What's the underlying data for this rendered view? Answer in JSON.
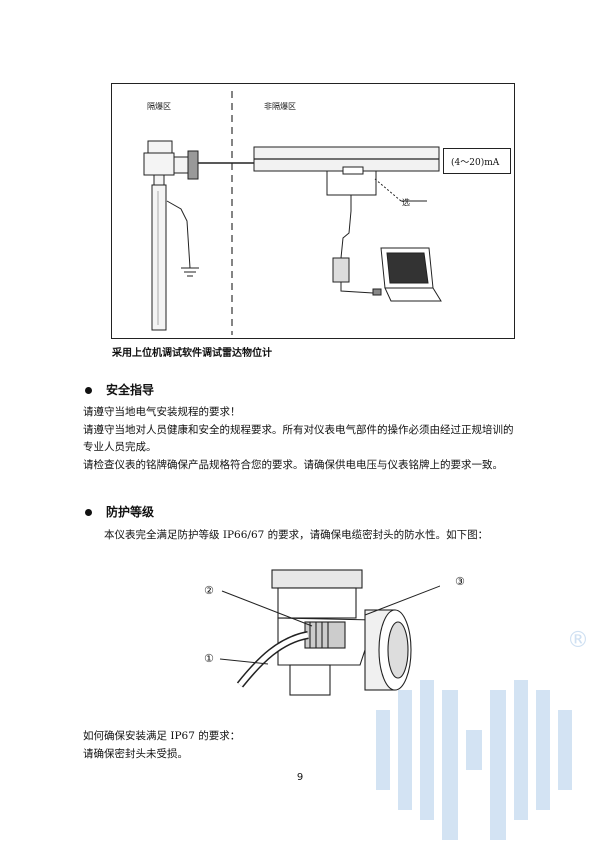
{
  "diagram": {
    "hazard_zone": "隔爆区",
    "safe_zone": "非隔爆区",
    "signal_label": "(4～20)mA",
    "choose_label": "选",
    "caption": "采用上位机调试软件调试雷达物位计"
  },
  "sections": [
    {
      "title": "安全指导",
      "lines": [
        "请遵守当地电气安装规程的要求！",
        "请遵守当地对人员健康和安全的规程要求。所有对仪表电气部件的操作必须由经过正规培训的",
        "专业人员完成。",
        "请检查仪表的铭牌确保产品规格符合您的要求。请确保供电电压与仪表铭牌上的要求一致。"
      ]
    },
    {
      "title": "防护等级",
      "lines": [
        "本仪表完全满足防护等级 IP66/67 的要求，请确保电缆密封头的防水性。如下图："
      ]
    }
  ],
  "figure2": {
    "callouts": [
      "②",
      "③",
      "①"
    ]
  },
  "tail": {
    "lines": [
      "如何确保安装满足 IP67 的要求：",
      "请确保密封头未受损。"
    ]
  },
  "watermark": {
    "mark": "®",
    "color": "#cfe0f2"
  },
  "page_number": "9"
}
